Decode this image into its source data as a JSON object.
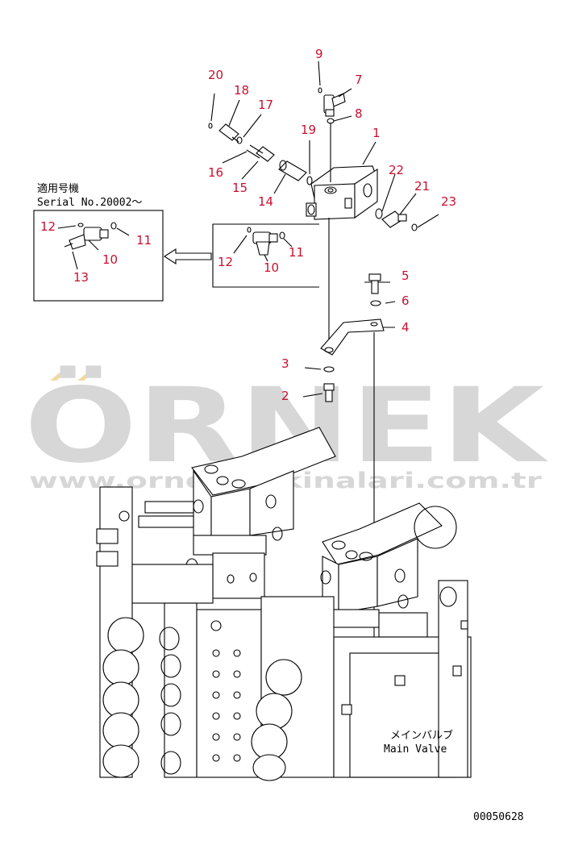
{
  "watermark": {
    "brand": "ÖRNEK",
    "site": "www.ornekmakinalari.com.tr",
    "color": "#d7d7d7",
    "accent": "#f1d9a4"
  },
  "inset": {
    "jp_label": "適用号機",
    "serial": "Serial No.20002～"
  },
  "main_valve": {
    "jp": "メインバルブ",
    "en": "Main Valve"
  },
  "doc_number": "00050628",
  "callout_color": "#c8102e",
  "callouts": {
    "c1": "1",
    "c2": "2",
    "c3": "3",
    "c4": "4",
    "c5": "5",
    "c6": "6",
    "c7": "7",
    "c8": "8",
    "c9": "9",
    "c10": "10",
    "c10b": "10",
    "c11": "11",
    "c11b": "11",
    "c12": "12",
    "c12b": "12",
    "c13": "13",
    "c14": "14",
    "c15": "15",
    "c16": "16",
    "c17": "17",
    "c18": "18",
    "c19": "19",
    "c20": "20",
    "c21": "21",
    "c22": "22",
    "c23": "23"
  }
}
